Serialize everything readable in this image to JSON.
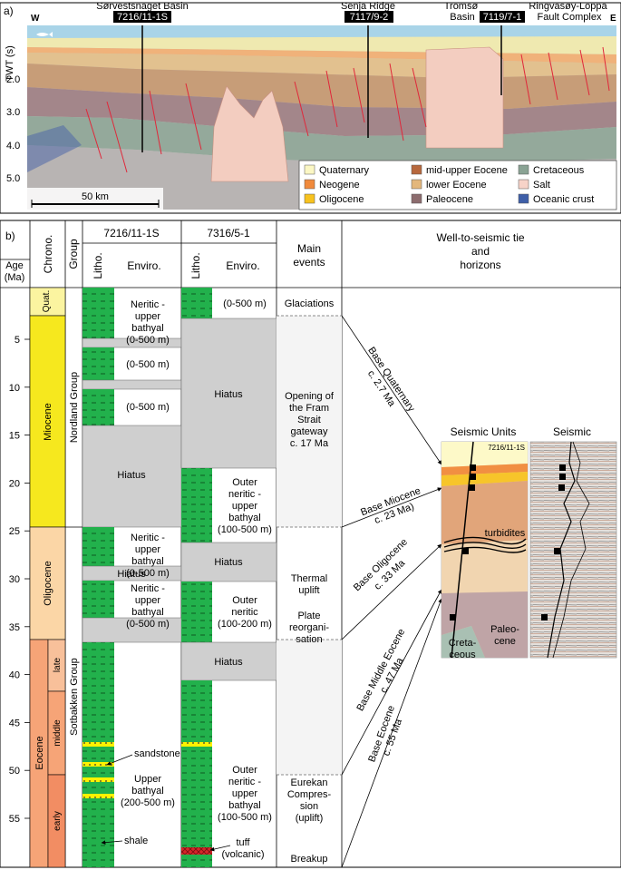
{
  "panel_a": {
    "label": "a)",
    "west": "W",
    "east": "E",
    "axis_label": "TWT (s)",
    "ticks": [
      "2.0",
      "3.0",
      "4.0",
      "5.0"
    ],
    "scale_bar": "50 km",
    "places": [
      {
        "name": "Sørvestsnaget Basin",
        "well": "7216/11-1S"
      },
      {
        "name": "Senja Ridge",
        "well": "7117/9-2"
      },
      {
        "name": "Tromsø Basin",
        "well": "7119/7-1"
      },
      {
        "name": "Ringvasøy-Loppa Fault Complex",
        "well": ""
      }
    ],
    "legend": [
      {
        "label": "Quaternary",
        "color": "#fbf7c4"
      },
      {
        "label": "Neogene",
        "color": "#f08a3c"
      },
      {
        "label": "Oligocene",
        "color": "#f7c21e"
      },
      {
        "label": "mid-upper Eocene",
        "color": "#b7683d"
      },
      {
        "label": "lower Eocene",
        "color": "#e3b77c"
      },
      {
        "label": "Paleocene",
        "color": "#8c6c6e"
      },
      {
        "label": "Cretaceous",
        "color": "#8aa394"
      },
      {
        "label": "Salt",
        "color": "#f7d3c8"
      },
      {
        "label": "Oceanic crust",
        "color": "#3e5fa8"
      }
    ]
  },
  "panel_b": {
    "label": "b)",
    "headers": {
      "age": "Age (Ma)",
      "chrono": "Chrono.",
      "group": "Group",
      "well1": "7216/11-1S",
      "well2": "7316/5-1",
      "litho": "Litho.",
      "enviro": "Enviro.",
      "events": "Main events",
      "tie": "Well-to-seismic tie and horizons"
    },
    "age_ticks": [
      "5",
      "10",
      "15",
      "20",
      "25",
      "30",
      "35",
      "40",
      "45",
      "50",
      "55"
    ],
    "chrono": {
      "quat": "Quat.",
      "miocene": "Miocene",
      "oligocene": "Oligocene",
      "eocene": "Eocene",
      "late": "late",
      "middle": "middle",
      "early": "early"
    },
    "groups": {
      "nordland": "Nordland Group",
      "sotbakken": "Sotbakken Group"
    },
    "well1_env": {
      "e1": "Neritic - upper bathyal (0-500 m)",
      "e2": "(0-500 m)",
      "e3": "(0-500 m)",
      "hiatus1": "Hiatus",
      "e4": "Neritic - upper bathyal (0-500 m)",
      "hiatus2": "Hiatus",
      "e5": "Neritic - upper bathyal (0-500 m)",
      "e6": "Upper bathyal (200-500 m)",
      "sandstone": "sandstone",
      "shale": "shale"
    },
    "well2_env": {
      "e1": "(0-500 m)",
      "hiatus1": "Hiatus",
      "e2": "Outer neritic - upper bathyal (100-500 m)",
      "hiatus2": "Hiatus",
      "e3": "Outer neritic (100-200 m)",
      "hiatus3": "Hiatus",
      "e4": "Outer neritic - upper bathyal (100-500 m)",
      "tuff": "tuff (volcanic)"
    },
    "events": {
      "glaciations": "Glaciations",
      "fram": "Opening of the Fram Strait gateway c. 17 Ma",
      "thermal": "Thermal uplift",
      "plate": "Plate reorgani- sation",
      "eurekan": "Eurekan Compres- sion (uplift)",
      "breakup": "Breakup"
    },
    "horizons": {
      "h1": "Base Quaternary",
      "h1a": "c. 2.7 Ma",
      "h2": "Base Miocene",
      "h2a": "c. 23 Ma)",
      "h3": "Base Oligocene",
      "h3a": "c. 33 Ma",
      "h4": "Base Middle Eocene",
      "h4a": "c. 47 Ma",
      "h5": "Base Eocene",
      "h5a": "c. 55 Ma"
    },
    "seismic_units": {
      "title": "Seismic Units",
      "well": "7216/11-1S",
      "turbidites": "turbidites",
      "paleocene": "Paleo- cene",
      "cretaceous": "Creta- ceous"
    },
    "seismic": {
      "title": "Seismic"
    }
  }
}
